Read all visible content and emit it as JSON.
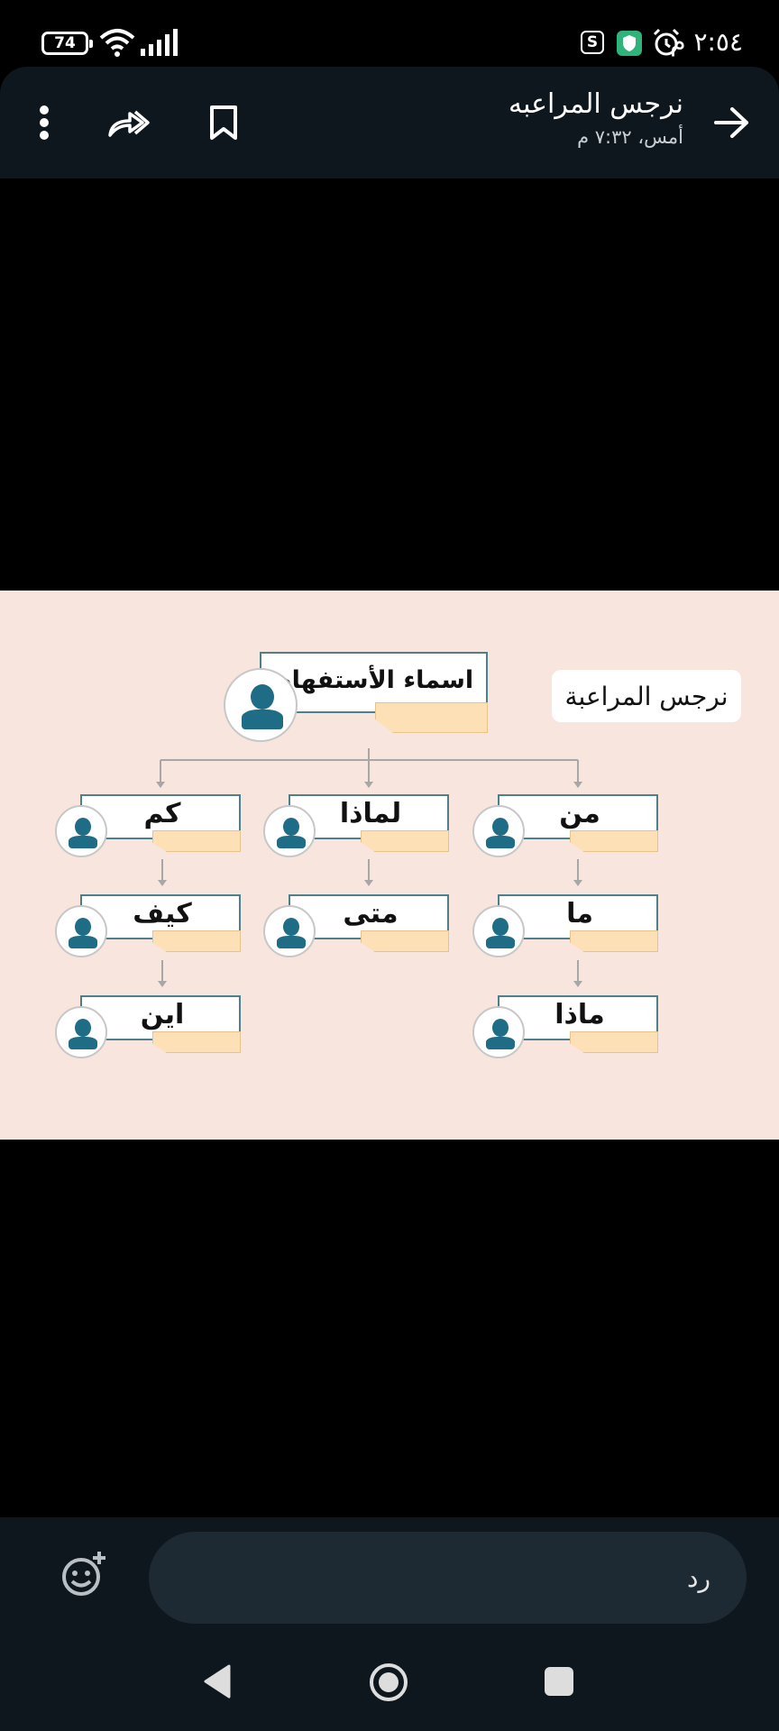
{
  "status_bar": {
    "battery_level": "74",
    "time": "٢:٥٤ م",
    "icons": [
      "battery-icon",
      "wifi-icon",
      "signal-icon",
      "s-app-icon",
      "shield-icon",
      "alarm-icon"
    ]
  },
  "header": {
    "title": "نرجس المراعبه",
    "subtitle": "أمس، ٧:٣٢ م",
    "icons": [
      "more-icon",
      "forward-icon",
      "bookmark-icon",
      "back-arrow-icon"
    ]
  },
  "image": {
    "author_chip": "نرجس المراعبة",
    "root": "اسماء الأستفهام",
    "columns": [
      {
        "items": [
          "من",
          "ما",
          "ماذا"
        ]
      },
      {
        "items": [
          "لماذا",
          "متى"
        ]
      },
      {
        "items": [
          "كم",
          "كيف",
          "اين"
        ]
      }
    ]
  },
  "reply": {
    "placeholder": "رد",
    "icons": [
      "emoji-add-icon"
    ]
  },
  "nav": {
    "icons": [
      "nav-back-icon",
      "nav-home-icon",
      "nav-recents-icon"
    ]
  },
  "colors": {
    "background": "#000000",
    "bar": "#0e171d",
    "input": "#1d2a33",
    "diagram_bg": "#f8e5de",
    "node_border": "#4d7f8c",
    "node_tab": "#fde0b6",
    "avatar": "#1f6c86"
  }
}
